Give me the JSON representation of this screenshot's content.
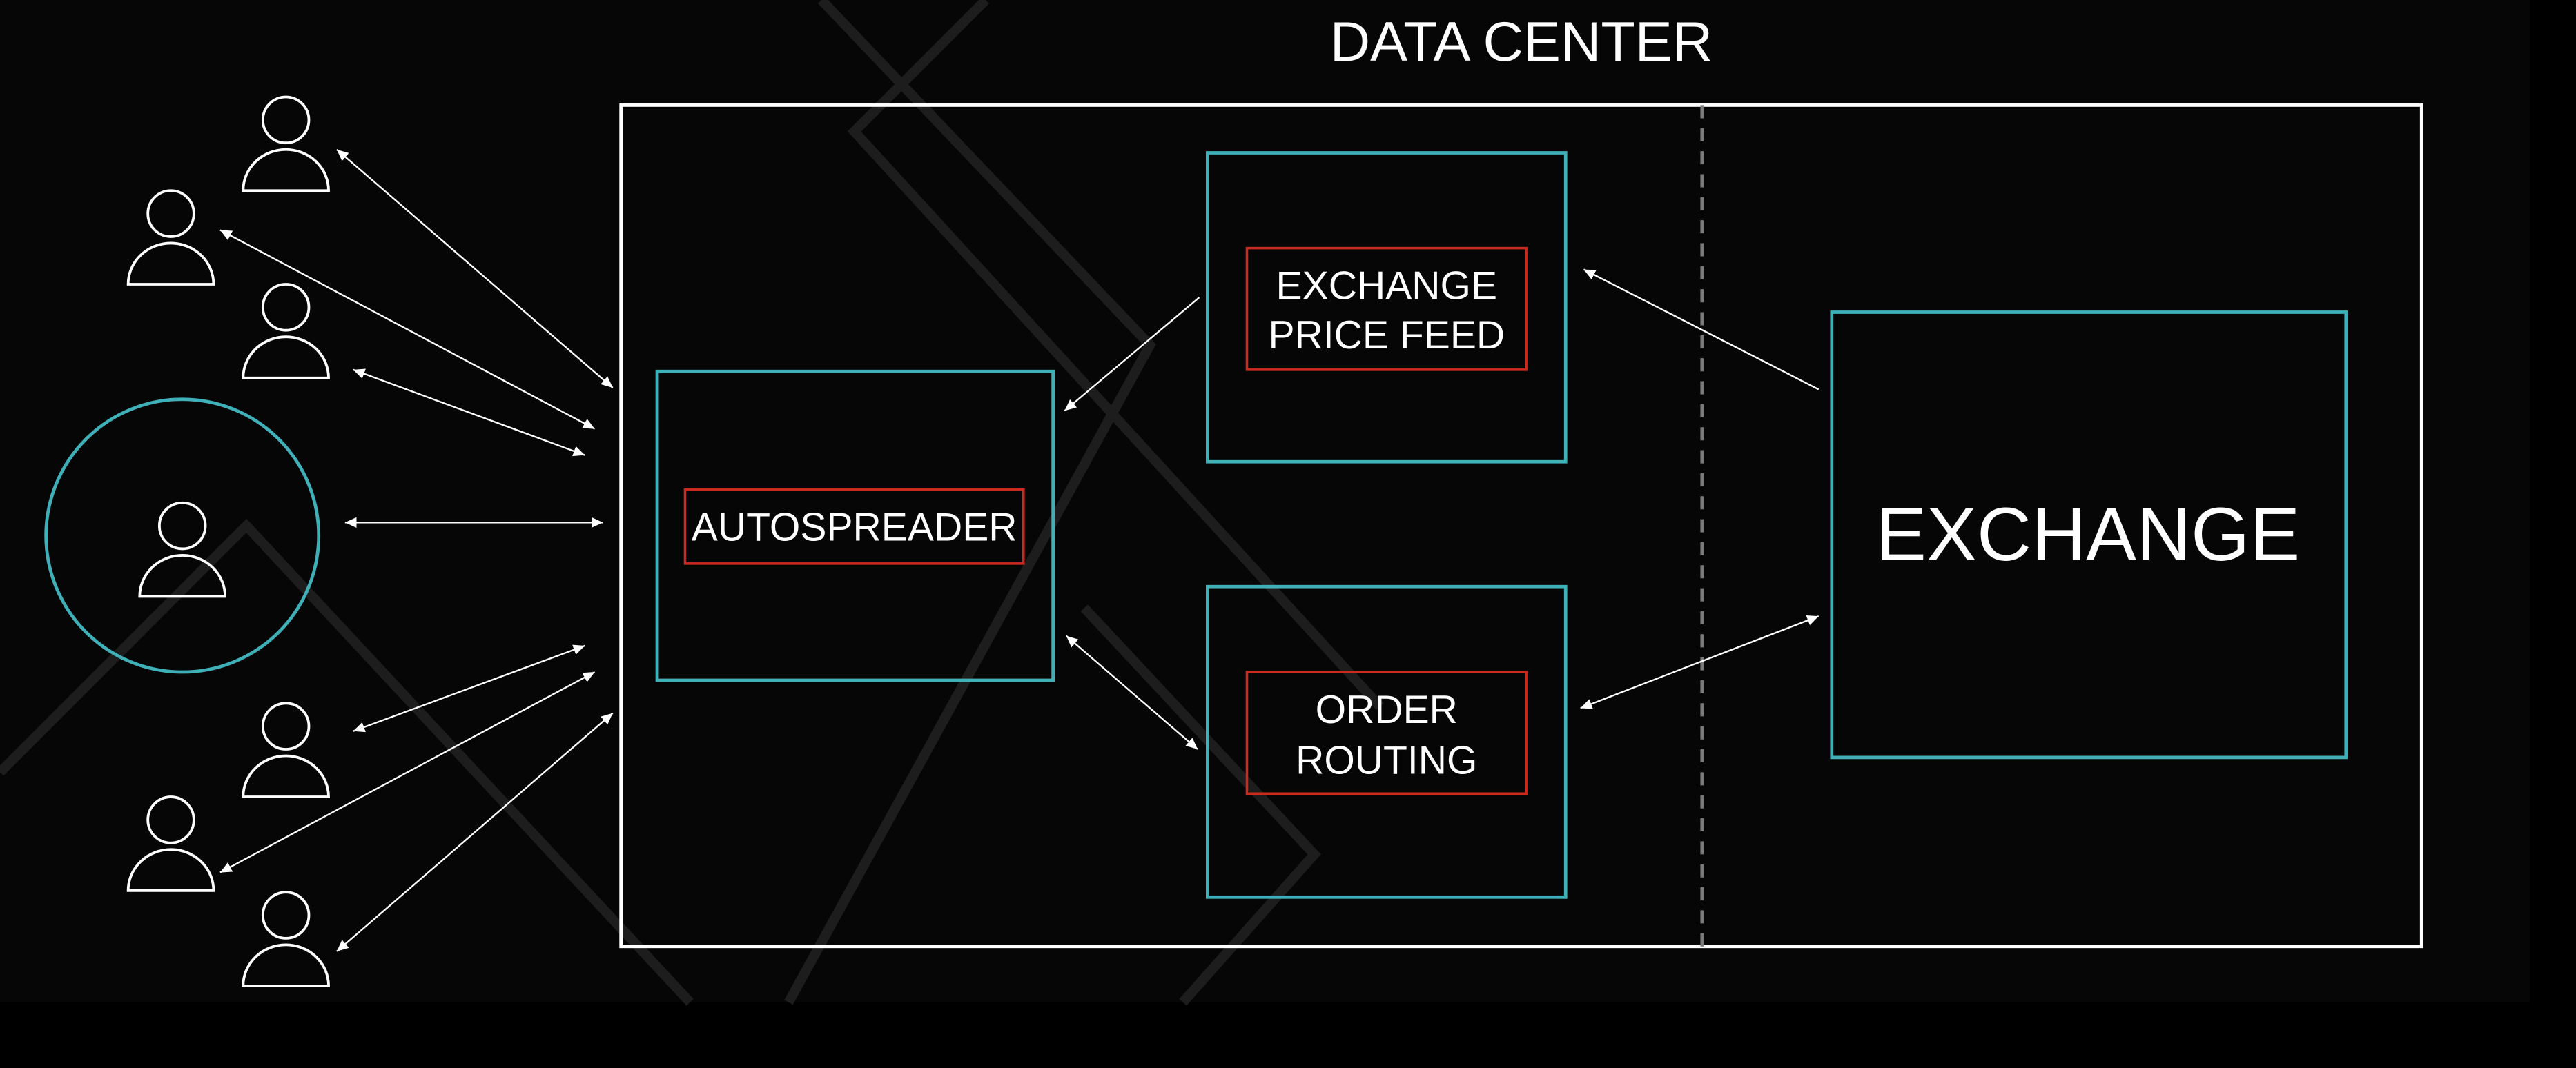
{
  "diagram": {
    "title": "DATA CENTER",
    "autospreader_label": "AUTOSPREADER",
    "price_feed_line1": "EXCHANGE",
    "price_feed_line2": "PRICE FEED",
    "order_routing_line1": "ORDER",
    "order_routing_line2": "ROUTING",
    "exchange_label": "EXCHANGE",
    "colors": {
      "background": "#000000",
      "teal": "#3fb0b8",
      "red": "#cc2a1e",
      "white": "#ffffff",
      "divider": "#7a7a7a"
    },
    "icons": [
      "user-icon",
      "arrow-head"
    ]
  }
}
